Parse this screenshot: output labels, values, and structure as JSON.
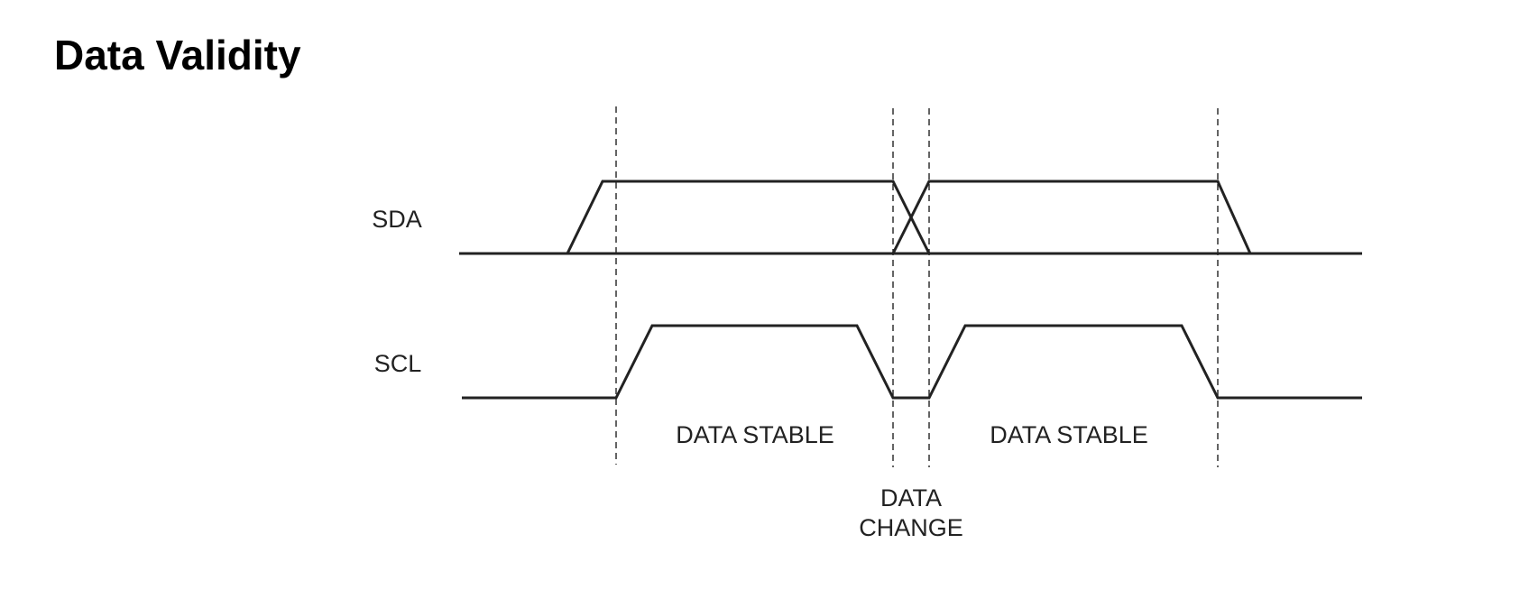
{
  "page": {
    "title": "Data Validity"
  },
  "signals": {
    "sda_label": "SDA",
    "scl_label": "SCL"
  },
  "regions": {
    "stable_1": "DATA STABLE",
    "stable_2": "DATA STABLE",
    "change_line1": "DATA",
    "change_line2": "CHANGE"
  },
  "colors": {
    "trace": "#222222",
    "text": "#000000",
    "background": "#ffffff"
  }
}
